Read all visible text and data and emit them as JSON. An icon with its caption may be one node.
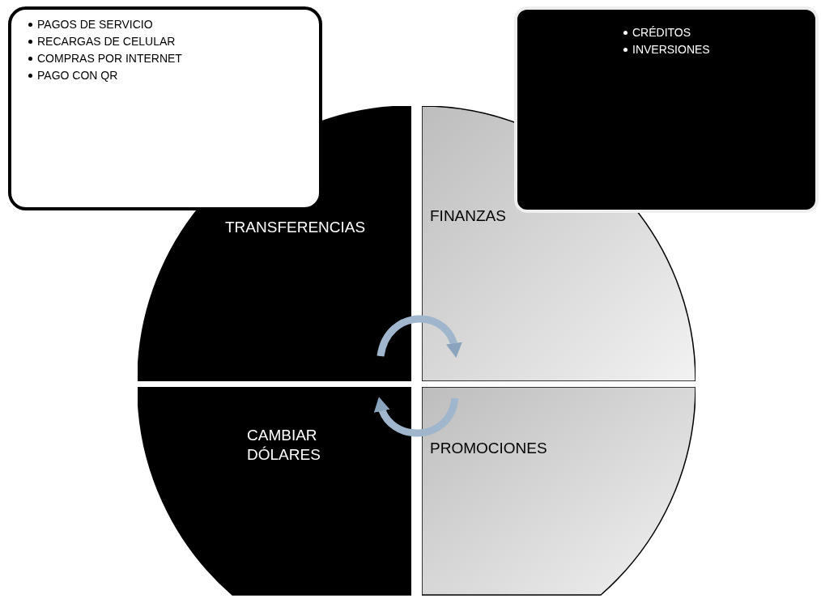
{
  "diagram": {
    "nodes": [
      {
        "text": [
          "PAGOS DE SERVICIO",
          "RECARGAS DE CELULAR",
          "COMPRAS POR INTERNET",
          "PAGO CON QR"
        ]
      },
      {
        "text": [
          "CRÉDITOS",
          "INVERSIONES"
        ]
      },
      {
        "text": [
          "TRANSFERENCIAS"
        ]
      },
      {
        "text": [
          "FINANZAS"
        ]
      },
      {
        "text": [
          "CAMBIAR DÓLARES"
        ]
      },
      {
        "text": [
          "PROMOCIONES"
        ]
      }
    ],
    "edges": [
      {
        "from": 2,
        "to": 3,
        "arrow": "to"
      },
      {
        "from": 5,
        "to": 4,
        "arrow": "to"
      }
    ]
  }
}
